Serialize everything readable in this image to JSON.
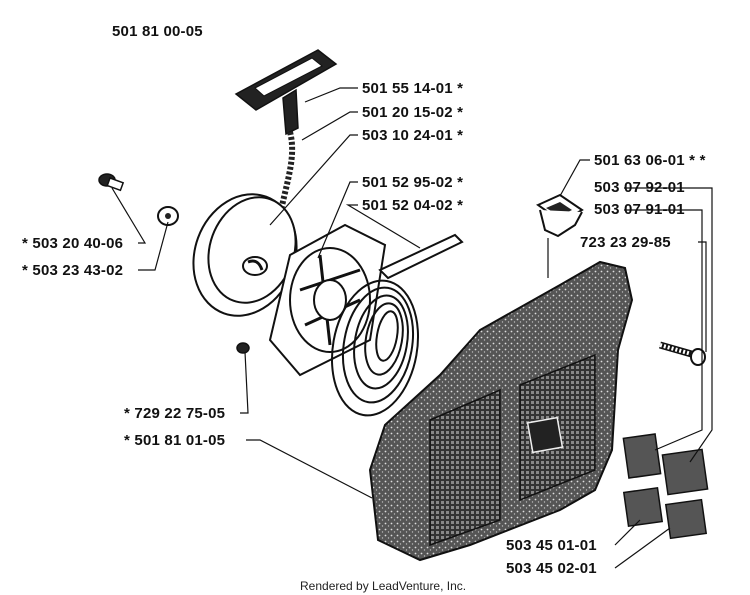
{
  "title": "501 81 00-05",
  "footer": "Rendered by LeadVenture, Inc.",
  "labels": {
    "l1": "501 55 14-01  *",
    "l2": "501 20 15-02  *",
    "l3": "503 10 24-01  *",
    "l4": "501 52 95-02  *",
    "l5": "501 52 04-02  *",
    "l6": "* 503 20 40-06",
    "l7": "* 503 23 43-02",
    "l8": "501 63 06-01  * *",
    "l9": "503 07 92-01",
    "l10": "503 07 91-01",
    "l11": "723 23 29-85",
    "l12": "* 729 22 75-05",
    "l13": "* 501 81 01-05",
    "l14": "503 45 01-01",
    "l15": "503 45 02-01"
  }
}
